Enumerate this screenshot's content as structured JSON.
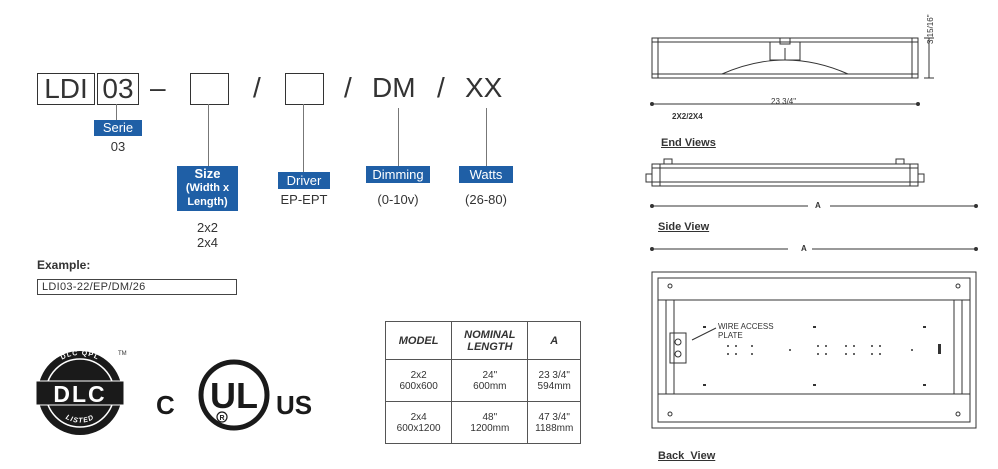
{
  "code": {
    "prefix": "LDI",
    "series_num": "03",
    "dash": "–",
    "slash": "/",
    "dimming": "DM",
    "watts": "XX"
  },
  "legend": {
    "serie": {
      "label": "Serie",
      "value": "03"
    },
    "size": {
      "label_line1": "Size",
      "label_line2": "(Width x",
      "label_line3": "Length)",
      "options": [
        "2x2",
        "2x4"
      ]
    },
    "driver": {
      "label": "Driver",
      "value": "EP-EPT"
    },
    "dimming": {
      "label": "Dimming",
      "value": "(0-10v)"
    },
    "watts": {
      "label": "Watts",
      "value": "(26-80)"
    }
  },
  "example": {
    "title": "Example:",
    "value": "LDI03-22/EP/DM/26"
  },
  "logos": {
    "dlc_arc": "DLC QPL",
    "dlc_main": "DLC",
    "dlc_listed": "LISTED",
    "dlc_tm": "TM",
    "ul_c": "C",
    "ul_main": "UL",
    "ul_r": "R",
    "ul_us": "US"
  },
  "table": {
    "headers": [
      "MODEL",
      "NOMINAL LENGTH",
      "A"
    ],
    "rows": [
      {
        "model": [
          "2x2",
          "600x600"
        ],
        "length": [
          "24\"",
          "600mm"
        ],
        "a": [
          "23 3/4\"",
          "594mm"
        ]
      },
      {
        "model": [
          "2x4",
          "600x1200"
        ],
        "length": [
          "48\"",
          "1200mm"
        ],
        "a": [
          "47 3/4\"",
          "1188mm"
        ]
      }
    ]
  },
  "drawings": {
    "end_height": "3 15/16\"",
    "end_width": "23 3/4\"",
    "end_model": "2X2/2X4",
    "end_caption": "End Views",
    "side_dim": "A",
    "side_caption": "Side View",
    "back_dim": "A",
    "wire_note_1": "WIRE ACCESS",
    "wire_note_2": "PLATE",
    "back_caption": "Back  View"
  },
  "colors": {
    "accent": "#1f5fa6",
    "line": "#333333"
  }
}
